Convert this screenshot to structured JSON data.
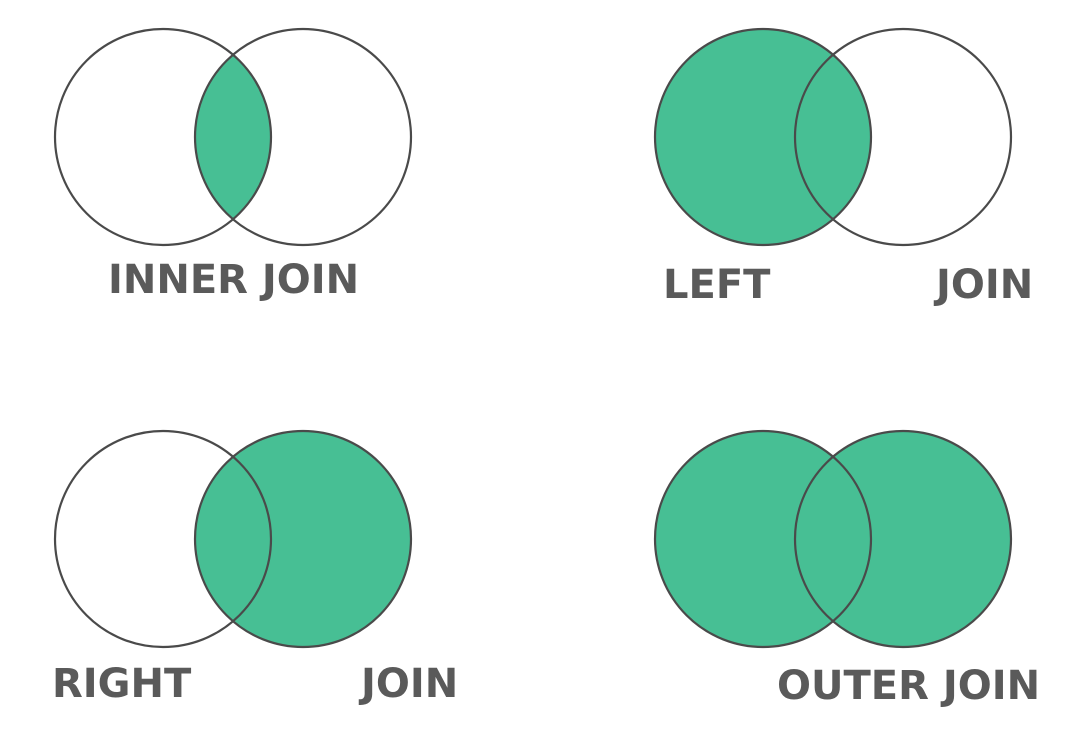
{
  "colors": {
    "fill": "#47bf94",
    "outline": "#4a4a4a",
    "label_text": "#5a5a5a",
    "background": "#ffffff"
  },
  "diagrams": [
    {
      "id": "inner-join",
      "shaded_region": "intersection",
      "labels": [
        "INNER JOIN"
      ]
    },
    {
      "id": "left-join",
      "shaded_region": "left-circle",
      "labels": [
        "LEFT",
        "JOIN"
      ]
    },
    {
      "id": "right-join",
      "shaded_region": "right-circle",
      "labels": [
        "RIGHT",
        "JOIN"
      ]
    },
    {
      "id": "outer-join",
      "shaded_region": "both-circles",
      "labels": [
        "OUTER JOIN"
      ]
    }
  ]
}
